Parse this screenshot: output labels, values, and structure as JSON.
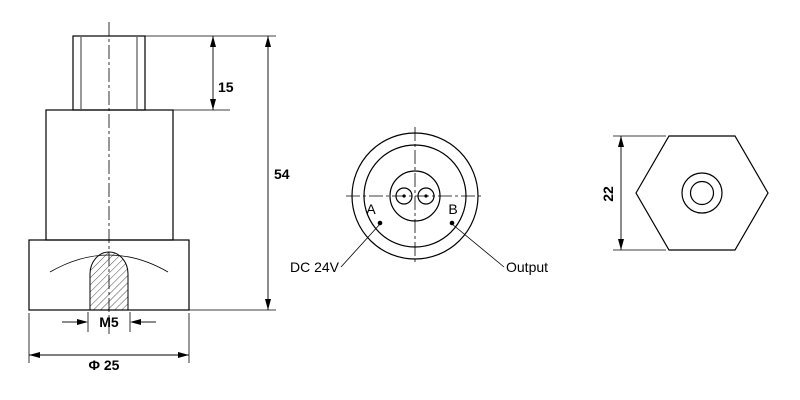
{
  "drawing": {
    "background": "#ffffff",
    "line_color": "#000000"
  },
  "side_view": {
    "dim_stud_height": "15",
    "dim_total_height": "54",
    "dim_thread": "M5",
    "dim_diameter": "Φ 25"
  },
  "connector_view": {
    "pin_a_label": "A",
    "pin_b_label": "B",
    "power_label": "DC 24V",
    "output_label": "Output"
  },
  "hex_view": {
    "dim_across_flats": "22"
  }
}
